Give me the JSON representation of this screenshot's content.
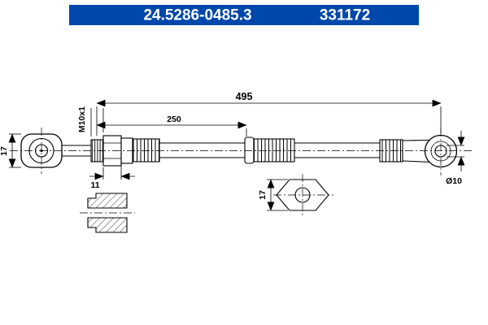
{
  "header": {
    "part_number": "24.5286-0485.3",
    "reference_number": "331172",
    "bg_color": "#0047ab",
    "text_color": "#ffffff"
  },
  "drawing": {
    "dimensions": {
      "overall_length": "495",
      "intermediate_length": "250",
      "thread_spec": "M10x1",
      "hex_width": "11",
      "left_fitting_width": "17",
      "nut_across_flats": "17",
      "eye_hole_diameter": "Ø10"
    },
    "line_color": "#000000"
  }
}
